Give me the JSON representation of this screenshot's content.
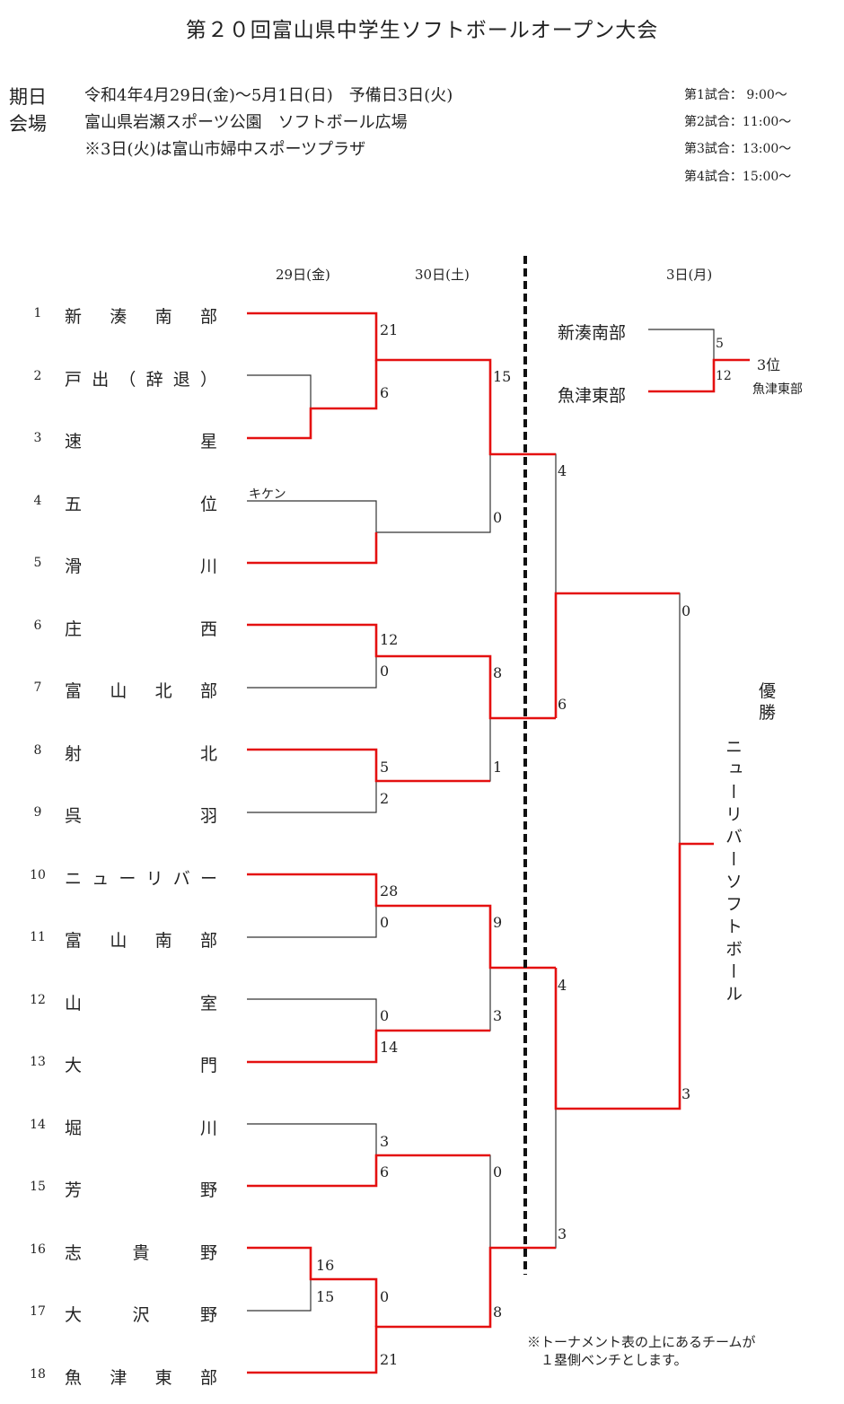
{
  "title": "第２０回富山県中学生ソフトボールオープン大会",
  "info": {
    "date_label": "期日",
    "date_value": "令和4年4月29日(金)～5月1日(日)　予備日3日(火)",
    "venue_label": "会場",
    "venue_value": "富山県岩瀬スポーツ公園　ソフトボール広場",
    "venue_note": "※3日(火)は富山市婦中スポーツプラザ"
  },
  "schedule": [
    "第1試合：  9:00～",
    "第2試合：11:00～",
    "第3試合：13:00～",
    "第4試合：15:00～"
  ],
  "days": [
    "29日(金)",
    "30日(土)",
    "3日(月)"
  ],
  "teams": [
    {
      "seed": "1",
      "chars": [
        "新",
        "湊",
        "南",
        "部"
      ]
    },
    {
      "seed": "2",
      "chars": [
        "戸",
        "出",
        "（",
        "辞",
        "退",
        "）"
      ]
    },
    {
      "seed": "3",
      "chars": [
        "速",
        "星"
      ]
    },
    {
      "seed": "4",
      "chars": [
        "五",
        "位"
      ]
    },
    {
      "seed": "5",
      "chars": [
        "滑",
        "川"
      ]
    },
    {
      "seed": "6",
      "chars": [
        "庄",
        "西"
      ]
    },
    {
      "seed": "7",
      "chars": [
        "富",
        "山",
        "北",
        "部"
      ]
    },
    {
      "seed": "8",
      "chars": [
        "射",
        "北"
      ]
    },
    {
      "seed": "9",
      "chars": [
        "呉",
        "羽"
      ]
    },
    {
      "seed": "10",
      "chars": [
        "ニ",
        "ュ",
        "ー",
        "リ",
        "バ",
        "ー"
      ]
    },
    {
      "seed": "11",
      "chars": [
        "富",
        "山",
        "南",
        "部"
      ]
    },
    {
      "seed": "12",
      "chars": [
        "山",
        "室"
      ]
    },
    {
      "seed": "13",
      "chars": [
        "大",
        "門"
      ]
    },
    {
      "seed": "14",
      "chars": [
        "堀",
        "川"
      ]
    },
    {
      "seed": "15",
      "chars": [
        "芳",
        "野"
      ]
    },
    {
      "seed": "16",
      "chars": [
        "志",
        "貴",
        "野"
      ]
    },
    {
      "seed": "17",
      "chars": [
        "大",
        "沢",
        "野"
      ]
    },
    {
      "seed": "18",
      "chars": [
        "魚",
        "津",
        "東",
        "部"
      ]
    }
  ],
  "forfeit_note": "キケン",
  "scores": {
    "r1_16v17": [
      "16",
      "15"
    ],
    "r2_1v23": [
      "21",
      "6"
    ],
    "r2_67": [
      "12",
      "0"
    ],
    "r2_89": [
      "5",
      "2"
    ],
    "r2_1011": [
      "28",
      "0"
    ],
    "r2_1213": [
      "0",
      "14"
    ],
    "r2_1415": [
      "3",
      "6"
    ],
    "r2_1617v18": [
      "0",
      "21"
    ],
    "qf_A": [
      "15",
      "0"
    ],
    "qf_B": [
      "8",
      "1"
    ],
    "qf_C": [
      "9",
      "3"
    ],
    "qf_D": [
      "0",
      "8"
    ],
    "sf_top": [
      "4",
      "6"
    ],
    "sf_bottom": [
      "4",
      "3"
    ],
    "final": [
      "0",
      "3"
    ]
  },
  "third_place": {
    "team_a": "新湊南部",
    "team_b": "魚津東部",
    "score_a": "5",
    "score_b": "12",
    "label": "3位",
    "winner": "魚津東部"
  },
  "champion": {
    "label": "優勝",
    "team": "ニューリバーソフトボール"
  },
  "note": [
    "※トーナメント表の上にあるチームが",
    "　１塁側ベンチとします。"
  ],
  "colors": {
    "winner_line": "#e41010",
    "loser_line": "#333333"
  }
}
